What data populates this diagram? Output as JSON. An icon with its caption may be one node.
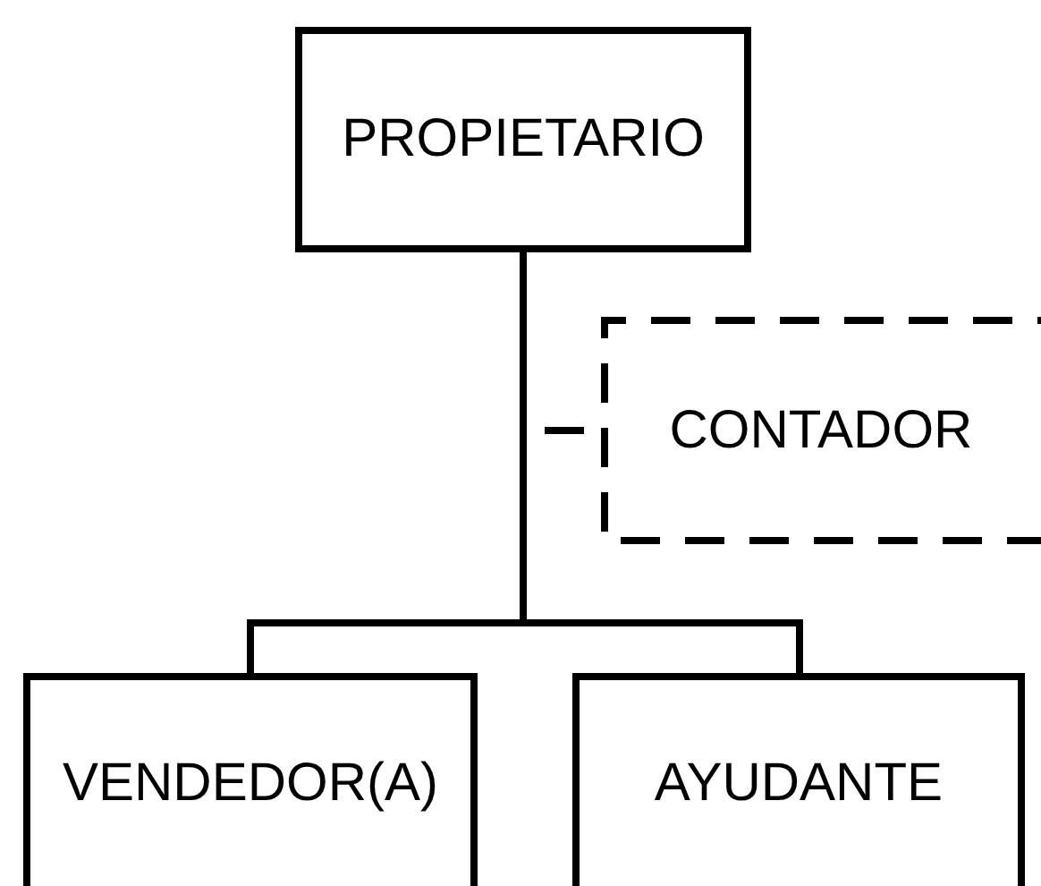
{
  "diagram": {
    "nodes": [
      {
        "text": [
          "PROPIETARIO"
        ]
      },
      {
        "text": [
          "CONTADOR"
        ]
      },
      {
        "text": [
          "VENDEDOR(A)"
        ]
      },
      {
        "text": [
          "AYUDANTE"
        ]
      }
    ],
    "edges": [
      {
        "from": 0,
        "to": 1,
        "arrow": "none",
        "style": "dashed"
      },
      {
        "from": 0,
        "to": 2,
        "arrow": "none"
      },
      {
        "from": 0,
        "to": 3,
        "arrow": "none"
      }
    ]
  }
}
